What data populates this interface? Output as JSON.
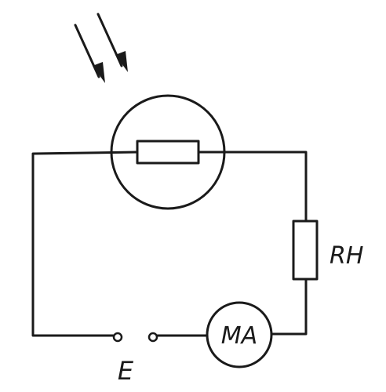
{
  "labels": {
    "load_resistor": "RH",
    "meter": "MA",
    "source": "E"
  },
  "colors": {
    "ink": "#1a1a1a",
    "background": "#ffffff"
  },
  "icons": {
    "light_rays": "arrow-pair-icon",
    "photoresistor": "photoresistor-icon",
    "resistor": "resistor-icon",
    "meter": "milliammeter-icon",
    "terminal": "terminal-icon"
  }
}
